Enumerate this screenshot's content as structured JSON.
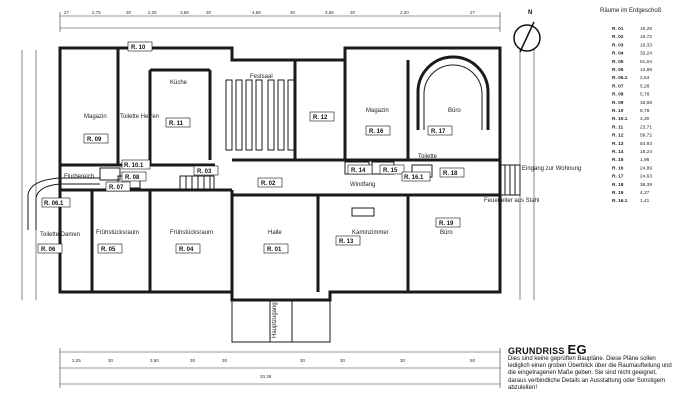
{
  "title": {
    "prefix": "GRUNDRISS",
    "main": "EG"
  },
  "description": "Dies sind keine geprüften Baupläne. Diese Pläne sollen lediglich einen groben Überblick über die Raumaufteilung und die eingetragenen Maße geben. Sie sind nicht geeignet, daraus verbindliche Details an Ausstattung oder Sonstigem abzuleiten!",
  "north_label": "N",
  "legend_title": "Räume im Erdgeschoß",
  "legend": [
    {
      "id": "R. 01",
      "area": "16,26"
    },
    {
      "id": "R. 02",
      "area": "18,72"
    },
    {
      "id": "R. 03",
      "area": "16,33"
    },
    {
      "id": "R. 04",
      "area": "33,24"
    },
    {
      "id": "R. 05",
      "area": "51,04"
    },
    {
      "id": "R. 06",
      "area": "12,89"
    },
    {
      "id": "R. 06.1",
      "area": "2,64"
    },
    {
      "id": "R. 07",
      "area": "5,28"
    },
    {
      "id": "R. 08",
      "area": "5,78"
    },
    {
      "id": "R. 09",
      "area": "16,68"
    },
    {
      "id": "R. 10",
      "area": "8,78"
    },
    {
      "id": "R. 10.1",
      "area": "4,20"
    },
    {
      "id": "R. 11",
      "area": "23,71"
    },
    {
      "id": "R. 12",
      "area": "59,72"
    },
    {
      "id": "R. 13",
      "area": "54,93"
    },
    {
      "id": "R. 14",
      "area": "18,24"
    },
    {
      "id": "R. 15",
      "area": "1,98"
    },
    {
      "id": "R. 16",
      "area": "24,89"
    },
    {
      "id": "R. 17",
      "area": "24,63"
    },
    {
      "id": "R. 18",
      "area": "36,39"
    },
    {
      "id": "R. 19",
      "area": "4,27"
    },
    {
      "id": "R. 16.1",
      "area": "1,41"
    }
  ],
  "rooms": [
    {
      "id": "R. 09",
      "name": "Magazin"
    },
    {
      "id": "R. 10",
      "name": "Toilette Herren"
    },
    {
      "id": "R. 11",
      "name": "Küche"
    },
    {
      "id": "R. 12",
      "name": "Festsaal"
    },
    {
      "id": "R. 16",
      "name": "Magazin"
    },
    {
      "id": "R. 17",
      "name": "Büro"
    },
    {
      "id": "R. 18",
      "name": "Toilette"
    },
    {
      "id": "R. 06",
      "name": "Toilette Damen"
    },
    {
      "id": "R. 05",
      "name": "Frühstücksraum"
    },
    {
      "id": "R. 04",
      "name": "Frühstücksraum"
    },
    {
      "id": "R. 01",
      "name": "Halle"
    },
    {
      "id": "R. 13",
      "name": "Kaminzimmer"
    },
    {
      "id": "R. 19",
      "name": "Büro"
    }
  ],
  "room_ids_only": [
    "R. 10.1",
    "R. 08",
    "R. 07",
    "R. 06.1",
    "R. 03",
    "R. 02",
    "R. 14",
    "R. 15",
    "R. 16.1"
  ],
  "notes": {
    "flurbereich": "Flurbereich",
    "windfang": "Windfang",
    "eingang": "Eingang zur Wohnung",
    "feuerleiter": "Feuerleiter aus Stahl",
    "hauptzugang": "Hauptzugang"
  },
  "dims_top": [
    "27",
    "2,75",
    "30",
    "2,25",
    "3,68",
    "30",
    "4,68",
    "30",
    "3,66",
    "30",
    "2,20",
    "27"
  ],
  "dims_bottom": [
    "2,25",
    "30",
    "3,50",
    "30",
    "30",
    "30",
    "20,38",
    "30",
    "30",
    "50"
  ]
}
